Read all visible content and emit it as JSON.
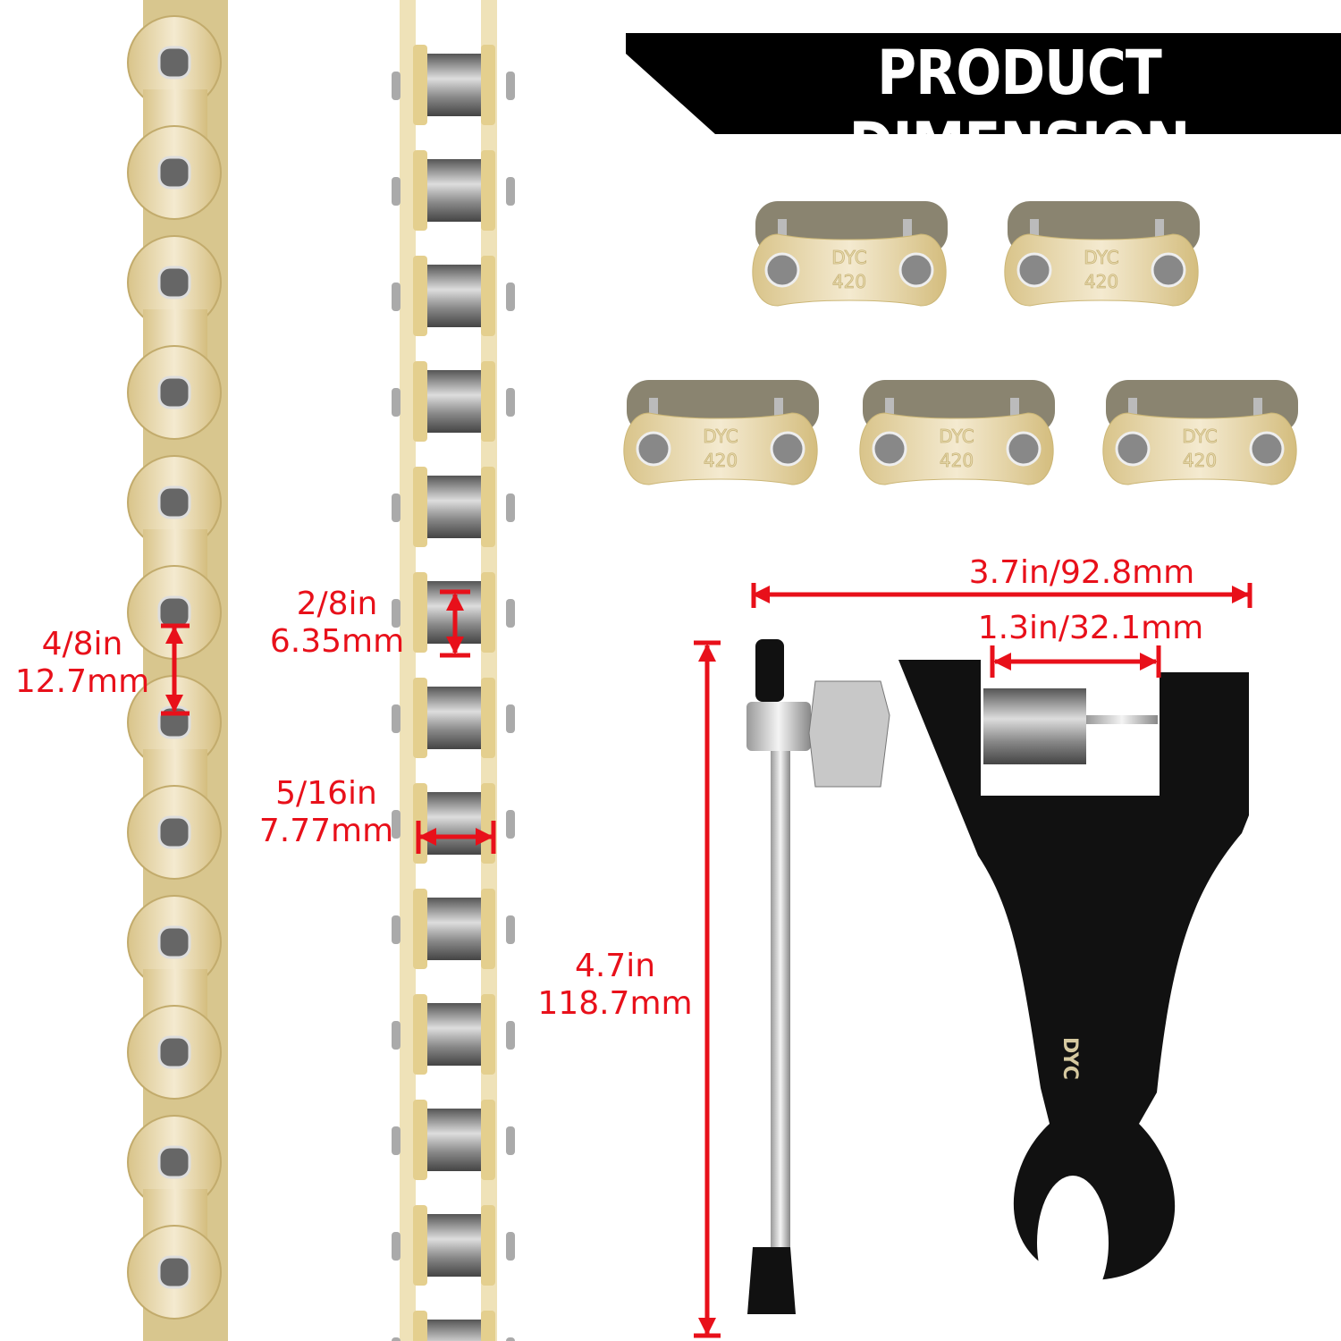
{
  "banner": {
    "title": "PRODUCT DIMENSION",
    "background": "#000000",
    "text_color": "#ffffff"
  },
  "brand": {
    "logo": "DYC",
    "chain_size": "420"
  },
  "colors": {
    "annotation": "#e8101a",
    "chain_gold": "#ecdcae",
    "tool_body": "#111111"
  },
  "master_links": {
    "count": 5
  },
  "dimensions": {
    "pitch": {
      "imperial": "4/8in",
      "metric": "12.7mm"
    },
    "roller_diameter": {
      "imperial": "2/8in",
      "metric": "6.35mm"
    },
    "inner_width": {
      "imperial": "5/16in",
      "metric": "7.77mm"
    },
    "tool_width": {
      "label": "3.7in/92.8mm"
    },
    "tool_jaw": {
      "label": "1.3in/32.1mm"
    },
    "tool_height": {
      "imperial": "4.7in",
      "metric": "118.7mm"
    }
  }
}
